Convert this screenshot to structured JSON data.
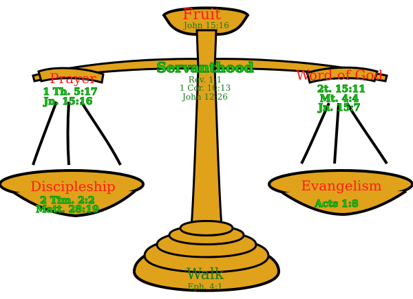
{
  "diagram": {
    "top": {
      "label": "Fruit",
      "ref": "John 15:16"
    },
    "center": {
      "label": "Servanthood",
      "refs": [
        "Rev. 1:1",
        "1 Cor. 10:13",
        "John 12:26"
      ]
    },
    "left_pan_top": {
      "label": "Prayer",
      "refs": [
        "1 Th. 5:17",
        "Jn. 15:16"
      ]
    },
    "right_pan_top": {
      "label": "Word of God",
      "refs": [
        "2t. 15:11",
        "Mt. 4:4",
        "Jn. 15:7"
      ]
    },
    "left_pan_bottom": {
      "label": "Discipleship",
      "refs": [
        "2 Tim. 2:2",
        "Matt. 28:19"
      ]
    },
    "right_pan_bottom": {
      "label": "Evangelism",
      "refs": [
        "Acts 1:8"
      ]
    },
    "base": {
      "label": "Walk",
      "ref": "Eph. 4:1"
    }
  },
  "colors": {
    "gold": "#e0a21a",
    "stroke": "#000000",
    "red_label": "#ff1a1a",
    "dark_green": "#1a7a1a",
    "bright_green": "#22cc22"
  }
}
